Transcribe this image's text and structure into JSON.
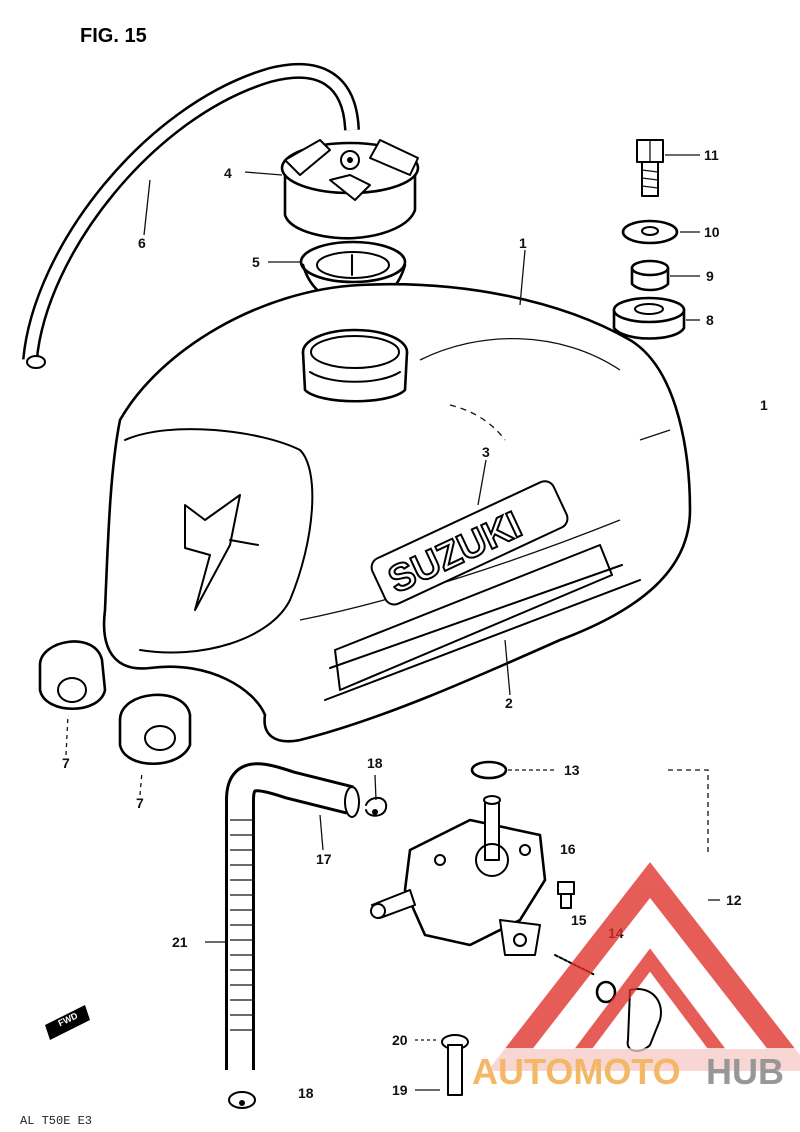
{
  "figure": {
    "title": "FIG. 15",
    "footer_code": "AL T50E E3"
  },
  "callouts": {
    "p1": "1",
    "p1b": "1",
    "p2": "2",
    "p3": "3",
    "p4": "4",
    "p5": "5",
    "p6": "6",
    "p7a": "7",
    "p7b": "7",
    "p8": "8",
    "p9": "9",
    "p10": "10",
    "p11": "11",
    "p12": "12",
    "p13": "13",
    "p14": "14",
    "p15": "15",
    "p16": "16",
    "p17": "17",
    "p18a": "18",
    "p18b": "18",
    "p19": "19",
    "p20": "20",
    "p21": "21"
  },
  "tank_logo": "SUZUKI",
  "direction_marker": "FWD",
  "watermark": {
    "part1": "AUTOMOTO",
    "part2": "HUB",
    "color_red": "#e0302a",
    "color_orange": "#f2a33a",
    "color_gray": "#7a7a7a"
  }
}
